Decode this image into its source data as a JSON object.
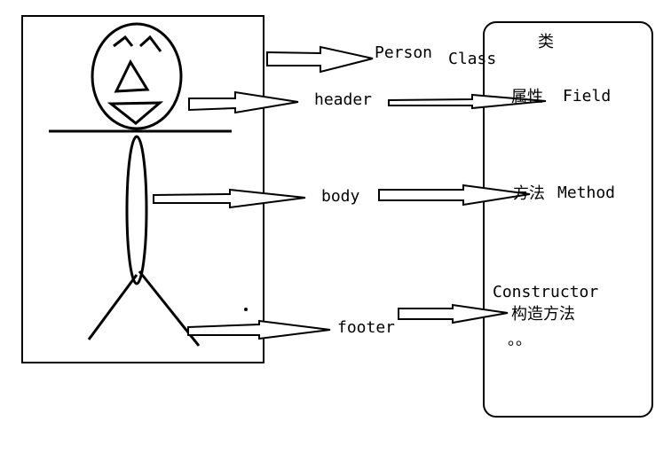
{
  "labels": {
    "person": "Person",
    "class_en": "Class",
    "class_cn": "类",
    "header": "header",
    "body": "body",
    "footer": "footer",
    "field_cn": "属性",
    "field_en": "Field",
    "method_cn": "方法",
    "method_en": "Method",
    "constructor_en": "Constructor",
    "constructor_cn": "构造方法",
    "ellipsis": "。。"
  }
}
